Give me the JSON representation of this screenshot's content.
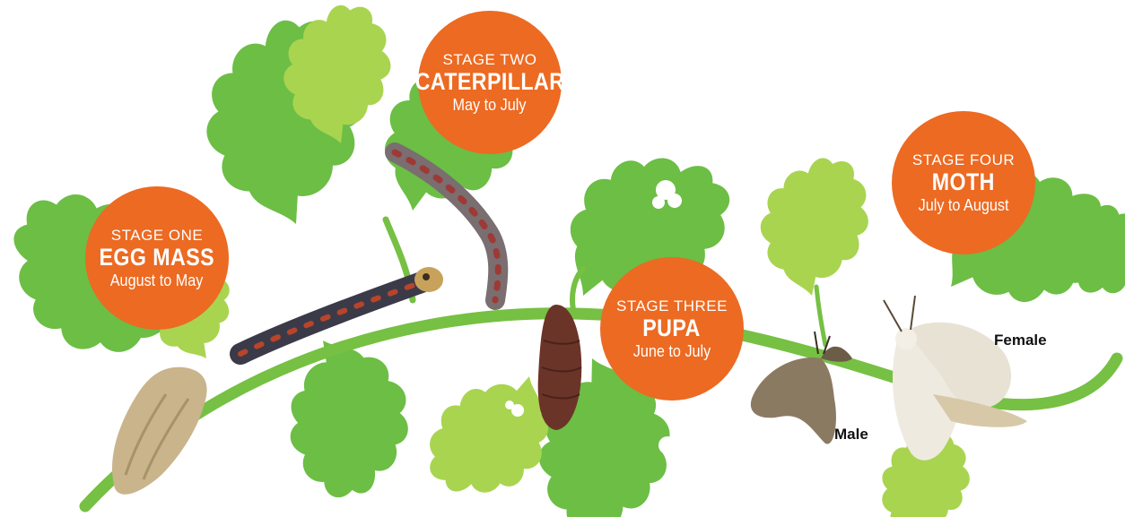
{
  "colors": {
    "badge": "#ec6a22",
    "stem": "#76c043",
    "leaf_dark": "#6cbe45",
    "leaf_light": "#a9d450",
    "leaf_pale": "#b7dd6e"
  },
  "stages": [
    {
      "number": "STAGE ONE",
      "name": "EGG MASS",
      "period": "August to May",
      "icon": "egg-mass-icon"
    },
    {
      "number": "STAGE TWO",
      "name": "CATERPILLAR",
      "period": "May to July",
      "icon": "caterpillar-icon"
    },
    {
      "number": "STAGE THREE",
      "name": "PUPA",
      "period": "June to July",
      "icon": "pupa-icon"
    },
    {
      "number": "STAGE FOUR",
      "name": "MOTH",
      "period": "July to August",
      "icon": "moth-icon"
    }
  ],
  "moth_labels": {
    "male": "Male",
    "female": "Female"
  }
}
